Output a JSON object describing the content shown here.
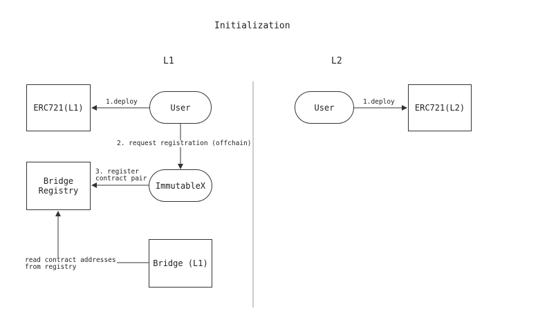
{
  "diagram": {
    "title": "Initialization",
    "lanes": {
      "l1": "L1",
      "l2": "L2"
    },
    "nodes": {
      "erc721_l1": "ERC721(L1)",
      "user_l1": "User",
      "bridge_registry_line1": "Bridge",
      "bridge_registry_line2": "Registry",
      "immutablex": "ImmutableX",
      "bridge_l1": "Bridge (L1)",
      "user_l2": "User",
      "erc721_l2": "ERC721(L2)"
    },
    "edges": {
      "deploy_l1": "1.deploy",
      "request_registration": "2. request registration (offchain)",
      "register_line1": "3. register",
      "register_line2": "contract pair",
      "read_line1": "read contract addresses",
      "read_line2": "from registry",
      "deploy_l2": "1.deploy"
    },
    "colors": {
      "stroke": "#333333",
      "divider": "#999999",
      "text": "#222222"
    }
  }
}
